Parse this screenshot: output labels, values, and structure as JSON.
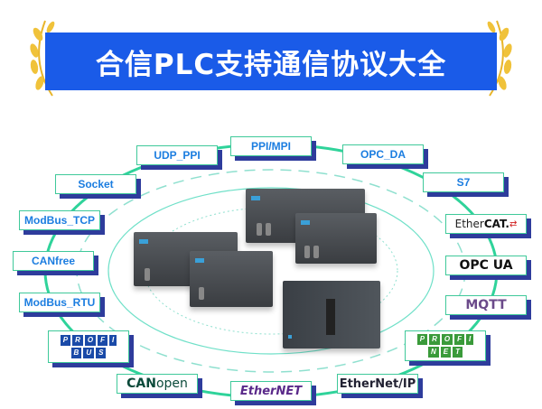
{
  "title": "合信PLC支持通信协议大全",
  "protocols_left": [
    "UDP_PPI",
    "Socket",
    "ModBus_TCP",
    "CANfree",
    "ModBus_RTU"
  ],
  "protocols_top": [
    "PPI/MPI",
    "OPC_DA",
    "S7"
  ],
  "logos": {
    "ethercat": {
      "a": "Ether",
      "b": "CAT."
    },
    "opcua": "OPC UA",
    "mqtt": "MQTT",
    "profinet": {
      "top": [
        "P",
        "R",
        "O",
        "F",
        "I"
      ],
      "bottom": [
        "N",
        "E",
        "T"
      ]
    },
    "ethernetip": "EtherNet/IP",
    "ethernet": "EtherNET",
    "canopen": {
      "a": "CAN",
      "b": "open"
    },
    "profibus": {
      "top": [
        "P",
        "R",
        "O",
        "F",
        "I"
      ],
      "bottom": [
        "B",
        "U",
        "S"
      ]
    }
  },
  "colors": {
    "banner": "#1a5be8",
    "box_border": "#3fc99a",
    "box_shadow": "#2e3c9c",
    "text": "#1b7de0"
  }
}
